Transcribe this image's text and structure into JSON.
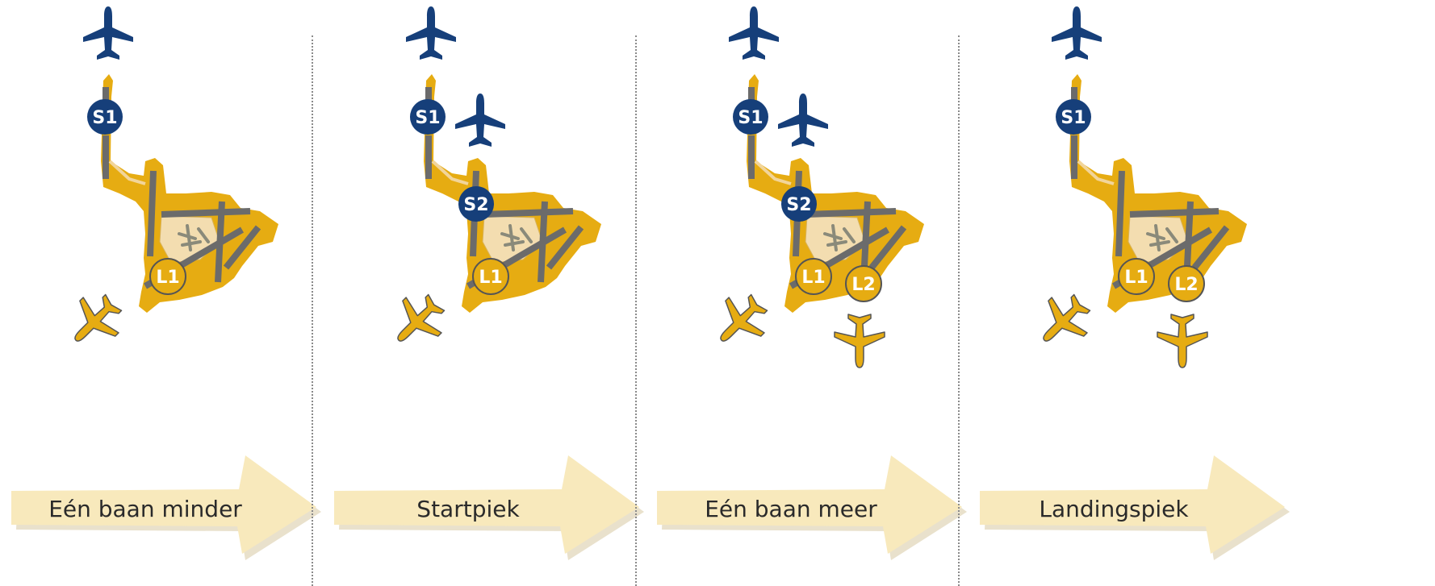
{
  "colors": {
    "navy": "#163f7a",
    "gold": "#e6ac12",
    "runway": "#6b6b6b",
    "arrow": "#f8e9bc",
    "divider": "#8a8a8a"
  },
  "panels": [
    {
      "label": "Eén baan minder",
      "badges": [
        "S1",
        "L1"
      ],
      "departing_aircraft": [
        "plane-icon"
      ],
      "arriving_aircraft": [
        "plane-icon"
      ]
    },
    {
      "label": "Startpiek",
      "badges": [
        "S1",
        "S2",
        "L1"
      ],
      "departing_aircraft": [
        "plane-icon",
        "plane-icon"
      ],
      "arriving_aircraft": [
        "plane-icon"
      ]
    },
    {
      "label": "Eén baan meer",
      "badges": [
        "S1",
        "S2",
        "L1",
        "L2"
      ],
      "departing_aircraft": [
        "plane-icon",
        "plane-icon"
      ],
      "arriving_aircraft": [
        "plane-icon",
        "plane-icon"
      ]
    },
    {
      "label": "Landingspiek",
      "badges": [
        "S1",
        "L1",
        "L2"
      ],
      "departing_aircraft": [
        "plane-icon"
      ],
      "arriving_aircraft": [
        "plane-icon",
        "plane-icon"
      ]
    }
  ]
}
